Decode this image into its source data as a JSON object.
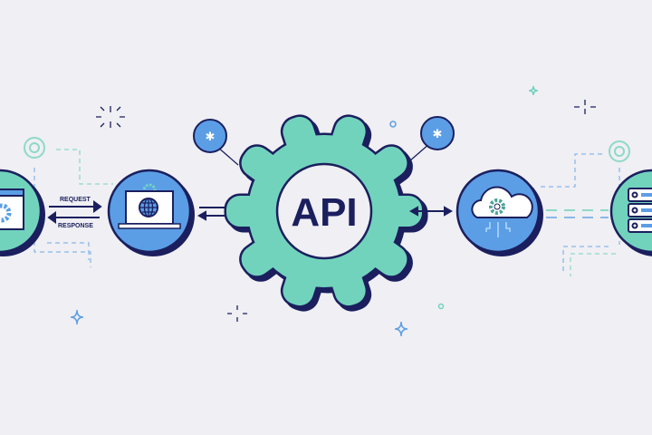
{
  "labels": {
    "request": "REQUEST",
    "response": "RESPONSE",
    "api": "API"
  },
  "icons": [
    "browser-window-icon",
    "laptop-globe-icon",
    "api-gear-icon",
    "cloud-gear-icon",
    "server-stack-icon"
  ],
  "colors": {
    "background": "#efeff4",
    "teal": "#72d3bd",
    "blue": "#5b9ee6",
    "navy": "#1b1f5e",
    "white": "#ffffff"
  }
}
